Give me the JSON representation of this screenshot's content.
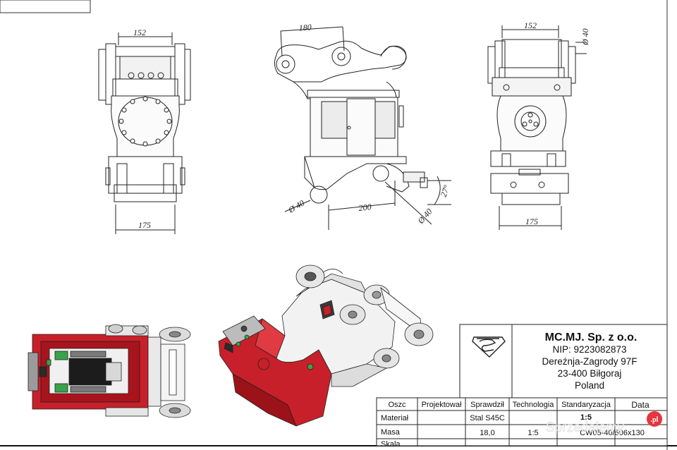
{
  "dimensions": {
    "front_width": "152",
    "front_base": "175",
    "side_pin_spacing": "180",
    "side_pin_dia_a": "Ø 40",
    "side_pin_dia_b": "Ø 40",
    "side_length": "200",
    "side_angle": "27°",
    "rear_width": "152",
    "rear_pin_dia": "Ø 40",
    "rear_base": "175"
  },
  "company": {
    "name": "MC.MJ. Sp. z o.o.",
    "nip": "NIP: 9223082873",
    "street": "Dereźnja-Zagrody 97F",
    "city": "23-400 Biłgoraj",
    "country": "Poland"
  },
  "title_block": {
    "headers": [
      "Oszc",
      "Projektował",
      "Sprawdził",
      "Technologia",
      "Standaryzacja",
      "Data"
    ],
    "rows": [
      {
        "label": "Materiał",
        "material": "Stal S45C",
        "scale": "1:5"
      },
      {
        "label": "Masa",
        "mass": "18,0",
        "scale": "1:5",
        "code": "CW05-40/506x130"
      },
      {
        "label": "Skala"
      }
    ]
  },
  "watermark": {
    "text": "Sprzedajemy",
    "badge": ".pl"
  },
  "colors": {
    "accent_red": "#c8202a",
    "line": "#222222",
    "pale": "#e7e7e7"
  }
}
